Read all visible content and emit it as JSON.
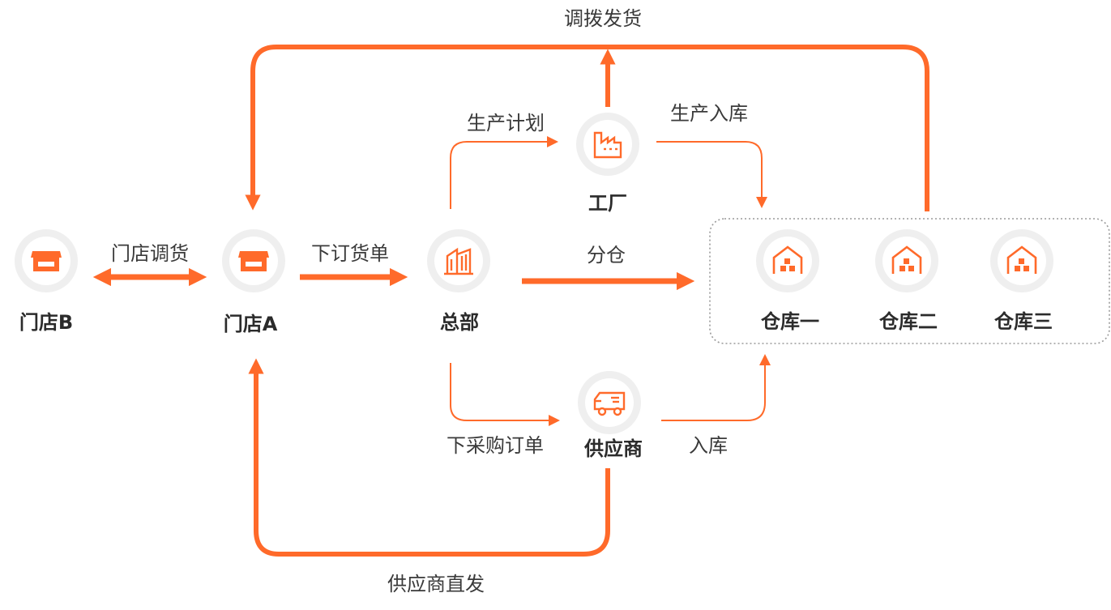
{
  "colors": {
    "accent": "#ff6a2a",
    "circle_bg": "#efefef",
    "text": "#333333",
    "group_border": "#9a9a9a"
  },
  "nodes": {
    "store_b": {
      "label": "门店B",
      "icon": "storefront-icon"
    },
    "store_a": {
      "label": "门店A",
      "icon": "storefront-icon"
    },
    "hq": {
      "label": "总部",
      "icon": "office-building-icon"
    },
    "factory": {
      "label": "工厂",
      "icon": "factory-icon"
    },
    "supplier": {
      "label": "供应商",
      "icon": "delivery-truck-icon"
    },
    "warehouse_1": {
      "label": "仓库一",
      "icon": "warehouse-icon"
    },
    "warehouse_2": {
      "label": "仓库二",
      "icon": "warehouse-icon"
    },
    "warehouse_3": {
      "label": "仓库三",
      "icon": "warehouse-icon"
    }
  },
  "edges": {
    "store_transfer": "门店调货",
    "place_order": "下订货单",
    "distribute": "分仓",
    "production_plan": "生产计划",
    "production_inbound": "生产入库",
    "transfer_ship": "调拨发货",
    "purchase_order": "下采购订单",
    "inbound": "入库",
    "supplier_direct": "供应商直发"
  }
}
